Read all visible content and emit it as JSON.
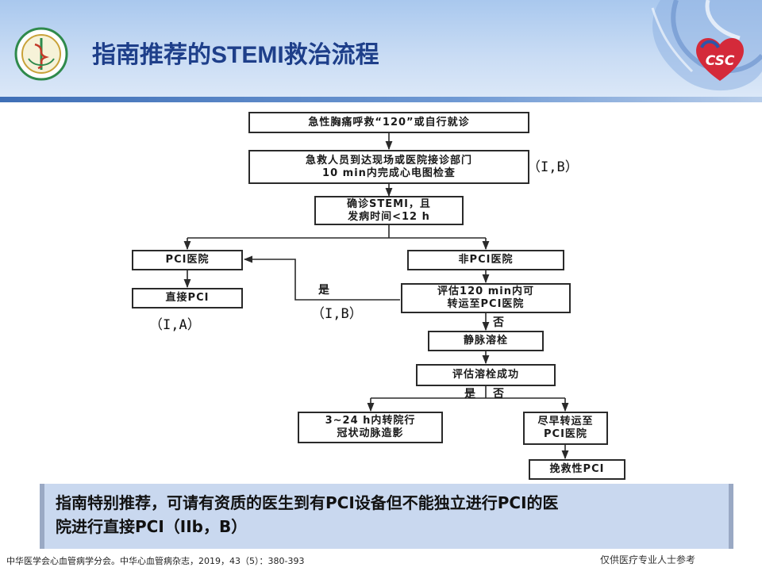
{
  "header": {
    "title": "指南推荐的STEMI救治流程",
    "left_logo_icon": "chinese-medical-association-logo",
    "right_logo_icon": "csc-heart-logo",
    "right_logo_text": "CSC"
  },
  "flowchart": {
    "nodes": {
      "n1": [
        "急性胸痛呼救“120”或自行就诊"
      ],
      "n2": [
        "急救人员到达现场或医院接诊部门",
        "10 min内完成心电图检查"
      ],
      "n3": [
        "确诊STEMI，且",
        "发病时间<12 h"
      ],
      "n4": [
        "PCI医院"
      ],
      "n5": [
        "非PCI医院"
      ],
      "n6": [
        "直接PCI"
      ],
      "n7": [
        "评估120 min内可",
        "转运至PCI医院"
      ],
      "n8": [
        "静脉溶栓"
      ],
      "n9": [
        "评估溶栓成功"
      ],
      "n10": [
        "3~24 h内转院行",
        "冠状动脉造影"
      ],
      "n11": [
        "尽早转运至",
        "PCI医院"
      ],
      "n12": [
        "挽救性PCI"
      ]
    },
    "edge_labels": {
      "yes_transfer": "是",
      "no_transfer": "否",
      "yes_success": "是",
      "no_success": "否"
    },
    "grades": {
      "g_ecg": "（I,B）",
      "g_transfer": "（I,B）",
      "g_direct": "（I,A）"
    }
  },
  "recommendation": {
    "line1": "指南特别推荐，可请有资质的医生到有PCI设备但不能独立进行PCI的医",
    "line2": "院进行直接PCI（IIb，B）"
  },
  "footer": {
    "citation": "中华医学会心血管病学分会。中华心血管病杂志，2019，43（5）：380-393",
    "disclaimer": "仅供医疗专业人士参考"
  },
  "colors": {
    "title": "#1e3f8a",
    "header_bg": "#a9c8ee",
    "rec_bg": "#c9d8ef",
    "csc_red": "#d42a3a"
  }
}
